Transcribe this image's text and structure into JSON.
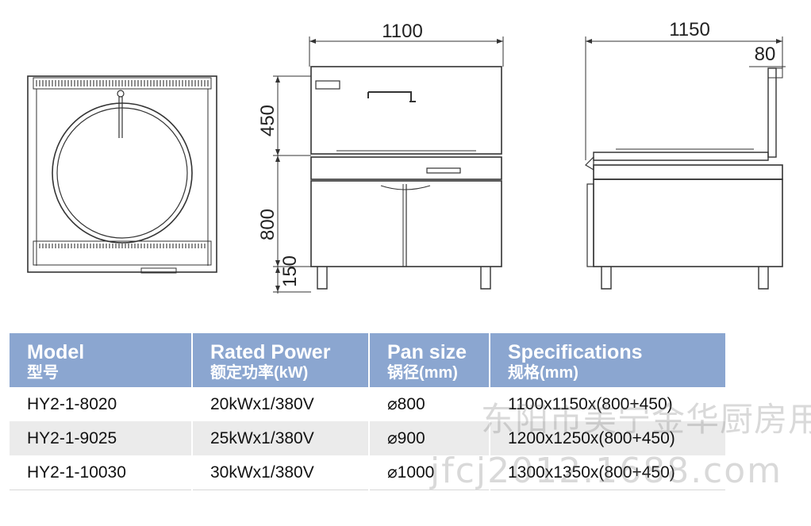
{
  "dimensions": {
    "front_width": "1100",
    "side_width": "1150",
    "side_top": "80",
    "top_height": "450",
    "body_height": "800",
    "leg_height": "150"
  },
  "table": {
    "headers": [
      {
        "en": "Model",
        "cn": "型号"
      },
      {
        "en": "Rated Power",
        "cn": "额定功率(kW)"
      },
      {
        "en": "Pan size",
        "cn": "锅径(mm)"
      },
      {
        "en": "Specifications",
        "cn": "规格(mm)"
      }
    ],
    "rows": [
      {
        "model": "HY2-1-8020",
        "power": "20kWx1/380V",
        "pan": "⌀800",
        "spec": "1100x1150x(800+450)"
      },
      {
        "model": "HY2-1-9025",
        "power": "25kWx1/380V",
        "pan": "⌀900",
        "spec": "1200x1250x(800+450)"
      },
      {
        "model": "HY2-1-10030",
        "power": "30kWx1/380V",
        "pan": "⌀1000",
        "spec": "1300x1350x(800+450)"
      }
    ]
  },
  "watermark": {
    "line1": "东阳市美宁金华厨房用品商行",
    "line2": "jfcj2012.1688.com"
  }
}
